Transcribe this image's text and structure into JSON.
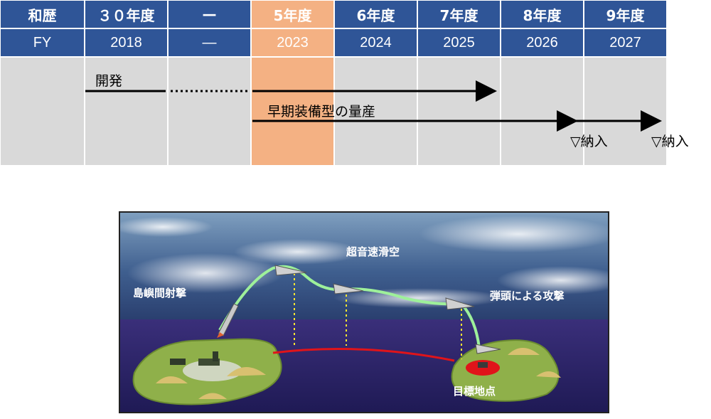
{
  "table": {
    "era_header": "和歴",
    "fy_header": "FY",
    "columns": [
      {
        "era": "３０年度",
        "fy": "2018",
        "highlight": false
      },
      {
        "era": "—",
        "fy": "—",
        "highlight": false
      },
      {
        "era": "5年度",
        "fy": "2023",
        "highlight": true
      },
      {
        "era": "6年度",
        "fy": "2024",
        "highlight": false
      },
      {
        "era": "7年度",
        "fy": "2025",
        "highlight": false
      },
      {
        "era": "8年度",
        "fy": "2026",
        "highlight": false
      },
      {
        "era": "9年度",
        "fy": "2027",
        "highlight": false
      }
    ],
    "colors": {
      "header": "#2f5597",
      "body": "#d9d9d9",
      "highlight": "#f4b183"
    }
  },
  "timeline": {
    "development_label": "開発",
    "mass_production_label": "早期装備型の量産",
    "delivery_label_1": "▽納入",
    "delivery_label_2": "▽納入"
  },
  "illustration": {
    "label_island_firing": "島嶼間射撃",
    "label_glide": "超音速滑空",
    "label_warhead_attack": "弾頭による攻撃",
    "label_target": "目標地点"
  }
}
